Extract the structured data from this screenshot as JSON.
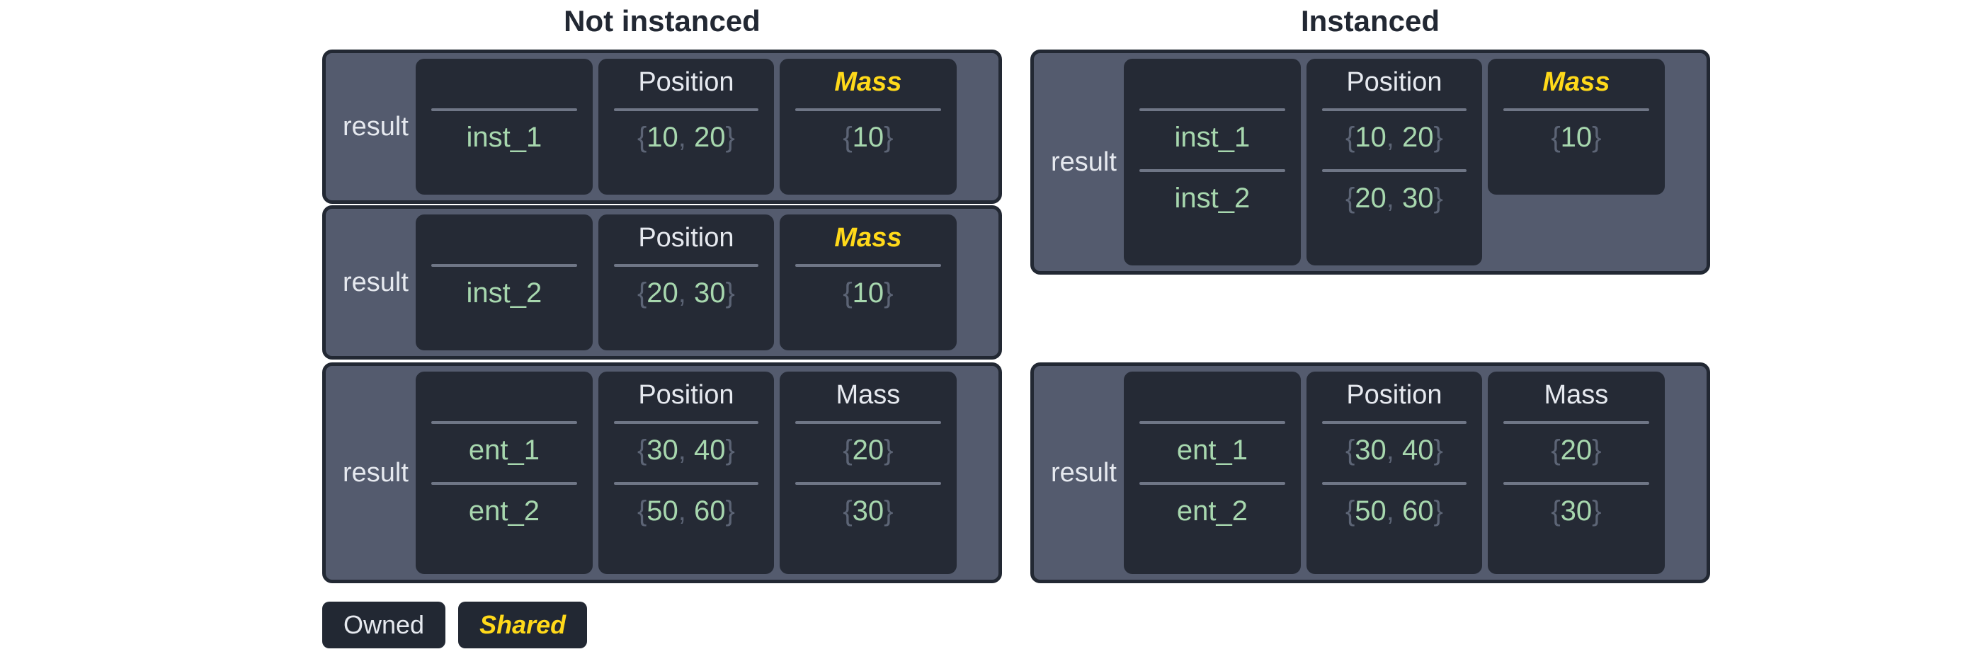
{
  "headings": {
    "left": "Not instanced",
    "right": "Instanced"
  },
  "labels": {
    "result": "result"
  },
  "columns": {
    "name": "",
    "position": "Position",
    "mass": "Mass"
  },
  "legend": {
    "owned": "Owned",
    "shared": "Shared"
  },
  "colors": {
    "background": "#ffffff",
    "outer_card": "#545B6E",
    "outer_border": "#222833",
    "field_card": "#252A35",
    "text_light": "#E6E9EF",
    "value_green": "#A7D7AE",
    "brace_gray": "#5C6475",
    "shared_yellow": "#FFD91A",
    "divider": "#6F7686",
    "title": "#222833"
  },
  "tables": {
    "not_instanced": [
      {
        "id": "ni-table-1",
        "result_label": "result",
        "mass_shared": true,
        "mass_spans_all_rows": true,
        "headers": {
          "name": "",
          "position": "Position",
          "mass": "Mass"
        },
        "rows": [
          {
            "name": "inst_1",
            "position": "{10, 20}",
            "position_open": "{",
            "position_x": "10",
            "position_sep": ", ",
            "position_y": "20",
            "position_close": "}",
            "mass": "{10}",
            "mass_open": "{",
            "mass_value": "10",
            "mass_close": "}"
          }
        ]
      },
      {
        "id": "ni-table-2",
        "result_label": "result",
        "mass_shared": true,
        "mass_spans_all_rows": true,
        "headers": {
          "name": "",
          "position": "Position",
          "mass": "Mass"
        },
        "rows": [
          {
            "name": "inst_2",
            "position": "{20, 30}",
            "position_open": "{",
            "position_x": "20",
            "position_sep": ", ",
            "position_y": "30",
            "position_close": "}",
            "mass": "{10}",
            "mass_open": "{",
            "mass_value": "10",
            "mass_close": "}"
          }
        ]
      },
      {
        "id": "ni-table-3",
        "result_label": "result",
        "mass_shared": false,
        "mass_spans_all_rows": true,
        "headers": {
          "name": "",
          "position": "Position",
          "mass": "Mass"
        },
        "rows": [
          {
            "name": "ent_1",
            "position": "{30, 40}",
            "position_open": "{",
            "position_x": "30",
            "position_sep": ", ",
            "position_y": "40",
            "position_close": "}",
            "mass": "{20}",
            "mass_open": "{",
            "mass_value": "20",
            "mass_close": "}"
          },
          {
            "name": "ent_2",
            "position": "{50, 60}",
            "position_open": "{",
            "position_x": "50",
            "position_sep": ", ",
            "position_y": "60",
            "position_close": "}",
            "mass": "{30}",
            "mass_open": "{",
            "mass_value": "30",
            "mass_close": "}"
          }
        ]
      }
    ],
    "instanced": [
      {
        "id": "in-table-1",
        "result_label": "result",
        "mass_shared": true,
        "mass_spans_all_rows": false,
        "headers": {
          "name": "",
          "position": "Position",
          "mass": "Mass"
        },
        "rows": [
          {
            "name": "inst_1",
            "position": "{10, 20}",
            "position_open": "{",
            "position_x": "10",
            "position_sep": ", ",
            "position_y": "20",
            "position_close": "}",
            "mass": "{10}",
            "mass_open": "{",
            "mass_value": "10",
            "mass_close": "}"
          },
          {
            "name": "inst_2",
            "position": "{20, 30}",
            "position_open": "{",
            "position_x": "20",
            "position_sep": ", ",
            "position_y": "30",
            "position_close": "}",
            "mass": "",
            "mass_open": "",
            "mass_value": "",
            "mass_close": ""
          }
        ]
      },
      {
        "id": "in-table-2",
        "result_label": "result",
        "mass_shared": false,
        "mass_spans_all_rows": true,
        "headers": {
          "name": "",
          "position": "Position",
          "mass": "Mass"
        },
        "rows": [
          {
            "name": "ent_1",
            "position": "{30, 40}",
            "position_open": "{",
            "position_x": "30",
            "position_sep": ", ",
            "position_y": "40",
            "position_close": "}",
            "mass": "{20}",
            "mass_open": "{",
            "mass_value": "20",
            "mass_close": "}"
          },
          {
            "name": "ent_2",
            "position": "{50, 60}",
            "position_open": "{",
            "position_x": "50",
            "position_sep": ", ",
            "position_y": "60",
            "position_close": "}",
            "mass": "{30}",
            "mass_open": "{",
            "mass_value": "30",
            "mass_close": "}"
          }
        ]
      }
    ]
  }
}
